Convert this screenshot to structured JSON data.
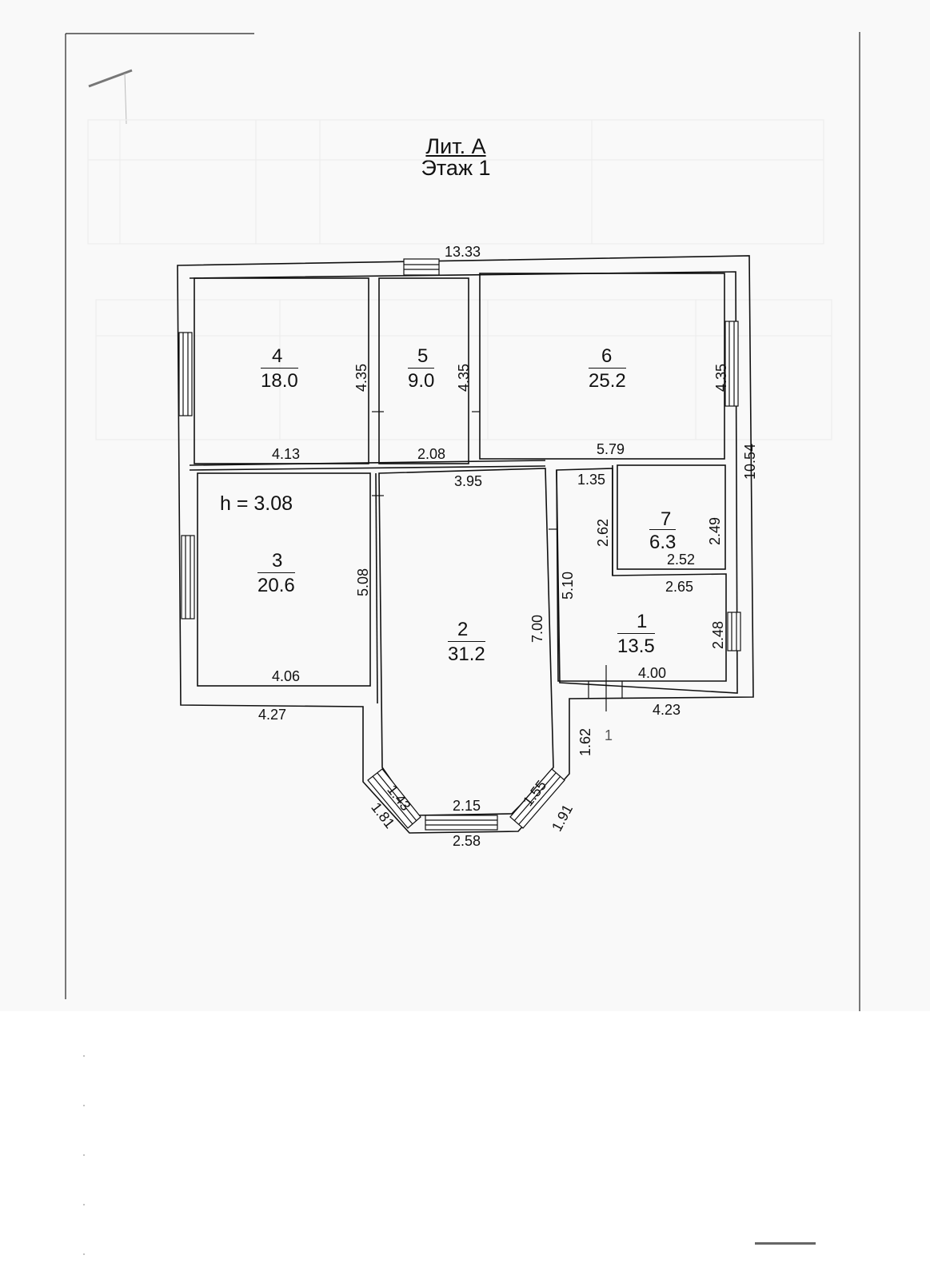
{
  "title": {
    "lit": "Лит. А",
    "floor": "Этаж 1"
  },
  "height_label": "h = 3.08",
  "rooms": [
    {
      "number": "4",
      "area": "18.0"
    },
    {
      "number": "5",
      "area": "9.0"
    },
    {
      "number": "6",
      "area": "25.2"
    },
    {
      "number": "3",
      "area": "20.6"
    },
    {
      "number": "2",
      "area": "31.2"
    },
    {
      "number": "7",
      "area": "6.3"
    },
    {
      "number": "1",
      "area": "13.5"
    }
  ],
  "dimensions": {
    "top_total": "13.33",
    "right_total": "10.54",
    "room4_height": "4.35",
    "room5_height": "4.35",
    "room6_height": "4.35",
    "room4_width": "4.13",
    "room5_width": "2.08",
    "room6_width": "5.79",
    "corridor_width": "3.95",
    "room3_height": "5.08",
    "room3_width": "4.06",
    "left_bottom": "4.27",
    "room2_height": "7.00",
    "vestibule_top": "1.35",
    "room7_left_height": "2.62",
    "room7_right_height": "2.49",
    "room7_width": "2.52",
    "room1_top_width": "2.65",
    "room1_left_height": "5.10",
    "room1_right_height": "2.48",
    "room1_width": "4.00",
    "right_bottom": "4.23",
    "bay_right_side": "1.62",
    "bay_left_inner": "1.43",
    "bay_left_outer": "1.81",
    "bay_center_inner": "2.15",
    "bay_center_outer": "2.58",
    "bay_right_inner": "1.55",
    "bay_right_outer": "1.91"
  },
  "section_mark": "1"
}
